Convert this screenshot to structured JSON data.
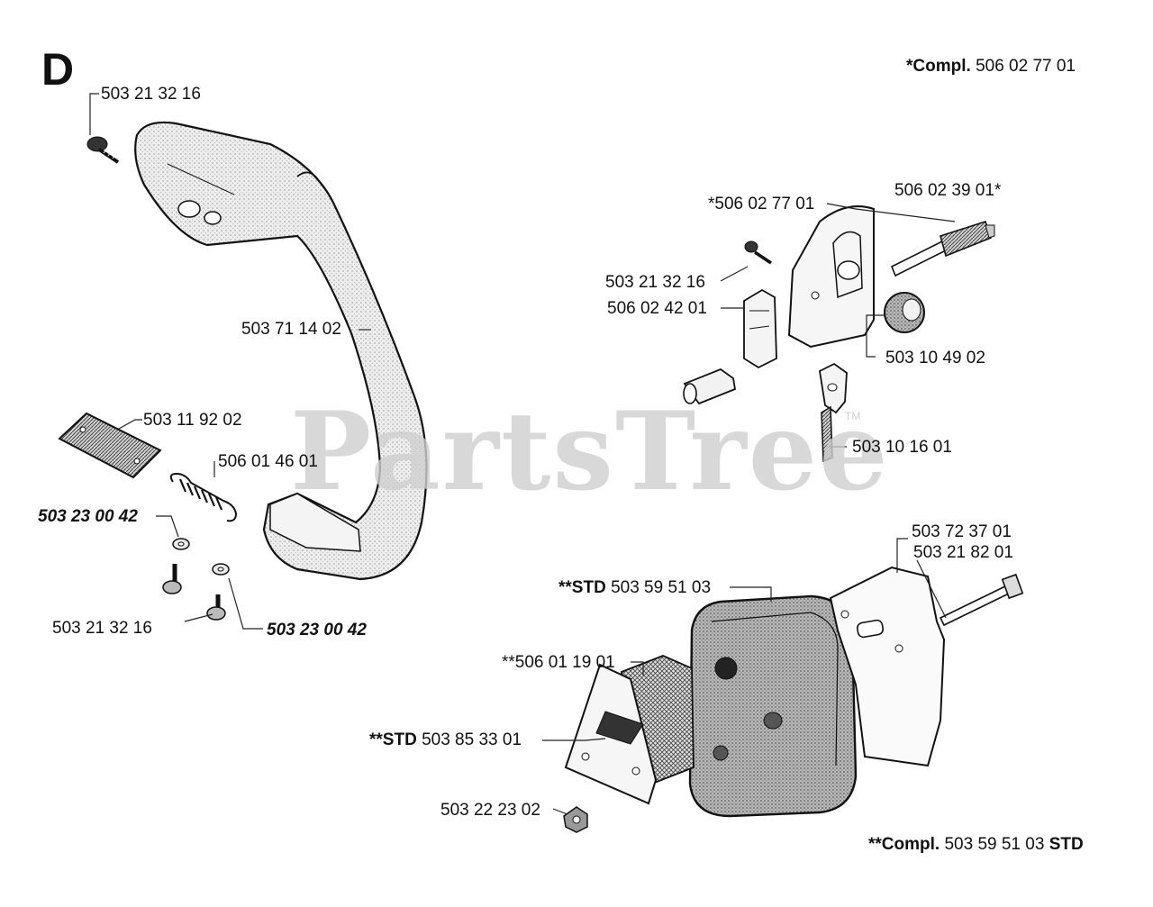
{
  "section_letter": "D",
  "notes": {
    "top_right_prefix": "*Compl.",
    "top_right_number": "506 02 77 01",
    "bottom_right_prefix": "**Compl.",
    "bottom_right_number": "503 59 51 03",
    "bottom_right_suffix": "STD"
  },
  "watermark": {
    "text": "PartsTree",
    "mark": "TM"
  },
  "labels": {
    "screw_top_left": "503 21 32 16",
    "handle": "503 71 14 02",
    "rubber_plate": "503 11 92 02",
    "spring": "506 01 46 01",
    "washer_left": "503 23 00 42",
    "screw_bottom_left": "503  21 32 16",
    "washer_right": "503 23 00 42",
    "oil_pump_set": "*506 02 77 01",
    "pump_shaft": "506 02 39 01*",
    "screw_oil_pump": "503 21 32 16",
    "cover_plate": "506 02 42 01",
    "pump_cap": "503 10 49 02",
    "oil_hose": "503 10 16 01",
    "muffler_gasket": "503 72 37 01",
    "muffler_bolt": "503 21 82 01",
    "muffler_prefix": "**STD",
    "muffler": "503 59 51 03",
    "spark_screen": "**506 01 19 01",
    "muffler_cover_prefix": "**STD",
    "muffler_cover": "503 85 33 01",
    "muffler_nut": "503 22 23 02"
  }
}
